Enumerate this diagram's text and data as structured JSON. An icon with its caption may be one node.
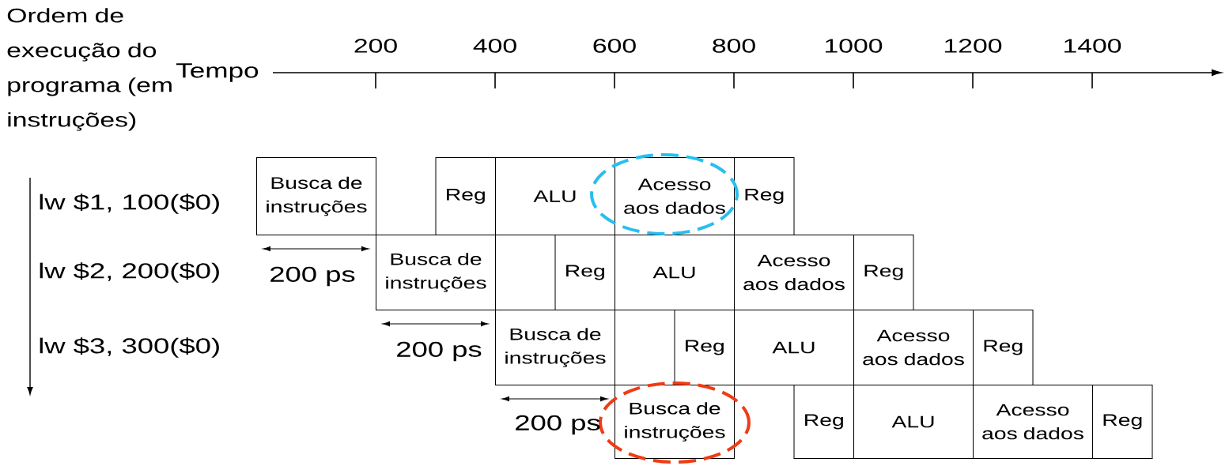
{
  "diagram": {
    "nodes": [
      {
        "text": [
          "Busca de instruções"
        ]
      },
      {
        "text": [
          "Reg"
        ]
      },
      {
        "text": [
          "ALU"
        ]
      },
      {
        "text": [
          "Acesso aos dados"
        ]
      },
      {
        "text": [
          "Reg"
        ]
      },
      {
        "text": [
          "Busca de instruções"
        ]
      },
      {
        "text": [
          "Reg"
        ]
      },
      {
        "text": [
          "ALU"
        ]
      },
      {
        "text": [
          "Acesso aos dados"
        ]
      },
      {
        "text": [
          "Reg"
        ]
      },
      {
        "text": [
          "Busca de instruções"
        ]
      },
      {
        "text": [
          "Reg"
        ]
      },
      {
        "text": [
          "ALU"
        ]
      },
      {
        "text": [
          "Acesso aos dados"
        ]
      },
      {
        "text": [
          "Reg"
        ]
      },
      {
        "text": [
          "Busca de instruções"
        ]
      },
      {
        "text": [
          "Reg"
        ]
      },
      {
        "text": [
          "ALU"
        ]
      },
      {
        "text": [
          "Acesso aos dados"
        ]
      },
      {
        "text": [
          "Reg"
        ]
      }
    ],
    "labels": [
      "Ordem de execução do programa (em instruções)",
      "Tempo",
      "200",
      "400",
      "600",
      "800",
      "1000",
      "1200",
      "1400",
      "lw $1, 100($0)",
      "lw $2, 200($0)",
      "200 ps",
      "lw $3, 300($0)",
      "200 ps",
      "200 ps"
    ]
  }
}
